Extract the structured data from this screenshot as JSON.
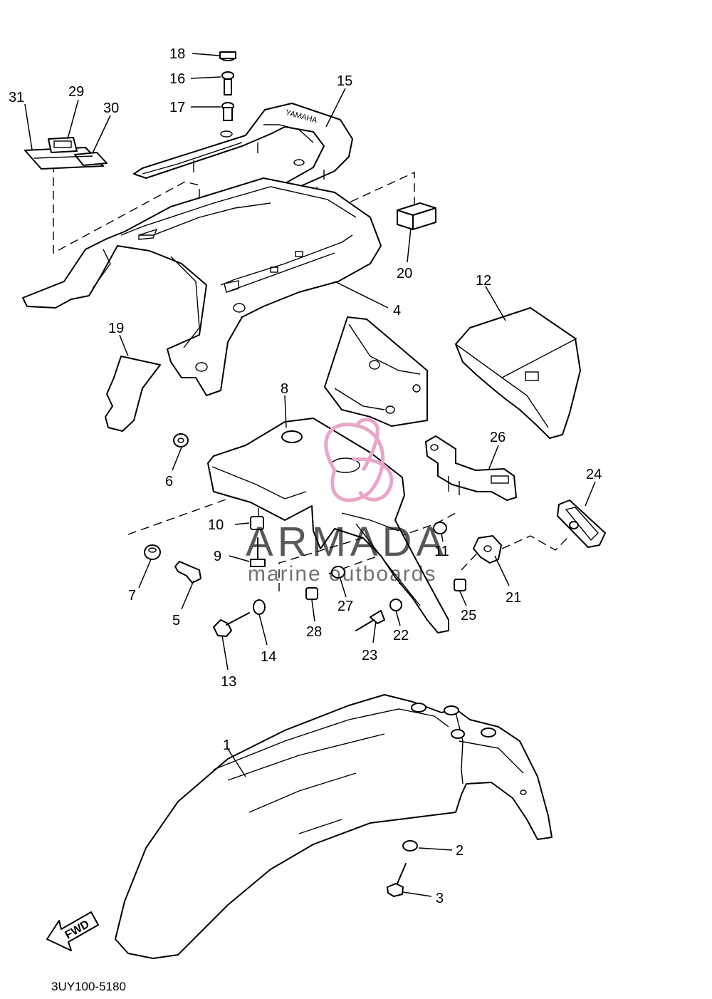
{
  "diagram": {
    "code": "3UY100-5180",
    "fwd_label": "FWD",
    "watermark": {
      "brand": "ARMADA",
      "tagline": "marine outboards",
      "color": "#e8a6c8"
    },
    "callouts": [
      "1",
      "2",
      "3",
      "4",
      "5",
      "6",
      "7",
      "8",
      "9",
      "10",
      "11",
      "12",
      "13",
      "14",
      "15",
      "16",
      "17",
      "18",
      "19",
      "20",
      "21",
      "22",
      "23",
      "24",
      "25",
      "26",
      "27",
      "28",
      "29",
      "30",
      "31"
    ]
  }
}
